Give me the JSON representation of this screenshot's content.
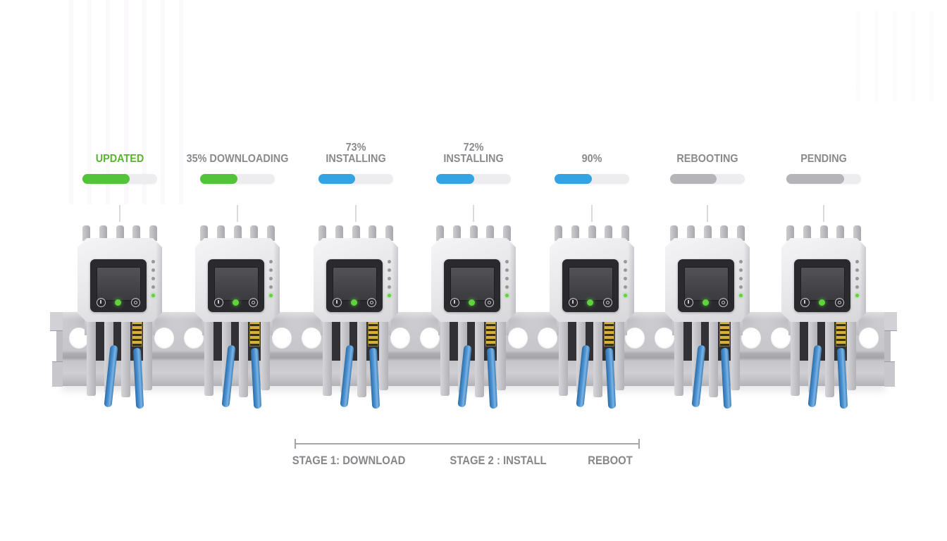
{
  "devices": [
    {
      "status": "updated",
      "label_lines": [
        "UPDATED"
      ],
      "percent_label": null,
      "label_color": "#5ab42f",
      "fill_color": "#53c339",
      "fill_percent": 63
    },
    {
      "status": "downloading",
      "label_lines": [
        "35% DOWNLOADING"
      ],
      "percent_label": "35%",
      "label_color": "#8a8a8e",
      "fill_color": "#53c339",
      "fill_percent": 50
    },
    {
      "status": "installing",
      "label_lines": [
        "73%",
        "INSTALLING"
      ],
      "percent_label": "73%",
      "label_color": "#8a8a8e",
      "fill_color": "#33a3e3",
      "fill_percent": 49
    },
    {
      "status": "installing",
      "label_lines": [
        "72%",
        "INSTALLING"
      ],
      "percent_label": "72%",
      "label_color": "#8a8a8e",
      "fill_color": "#33a3e3",
      "fill_percent": 51
    },
    {
      "status": "installing",
      "label_lines": [
        "90%"
      ],
      "percent_label": "90%",
      "label_color": "#8a8a8e",
      "fill_color": "#33a3e3",
      "fill_percent": 50
    },
    {
      "status": "rebooting",
      "label_lines": [
        "REBOOTING"
      ],
      "percent_label": null,
      "label_color": "#8a8a8e",
      "fill_color": "#b5b5b9",
      "fill_percent": 62
    },
    {
      "status": "pending",
      "label_lines": [
        "PENDING"
      ],
      "percent_label": null,
      "label_color": "#8a8a8e",
      "fill_color": "#b5b5b9",
      "fill_percent": 77
    }
  ],
  "stage_legend": {
    "labels": [
      {
        "text": "STAGE 1: DOWNLOAD"
      },
      {
        "text": "STAGE 2 : INSTALL"
      },
      {
        "text": "REBOOT"
      }
    ]
  },
  "colors": {
    "green_fill": "#53c339",
    "green_text": "#5ab42f",
    "blue_fill": "#33a3e3",
    "gray_fill": "#b5b5b9",
    "track": "#ededf0",
    "label_gray": "#8a8a8e",
    "led_green": "#5fd23c"
  }
}
